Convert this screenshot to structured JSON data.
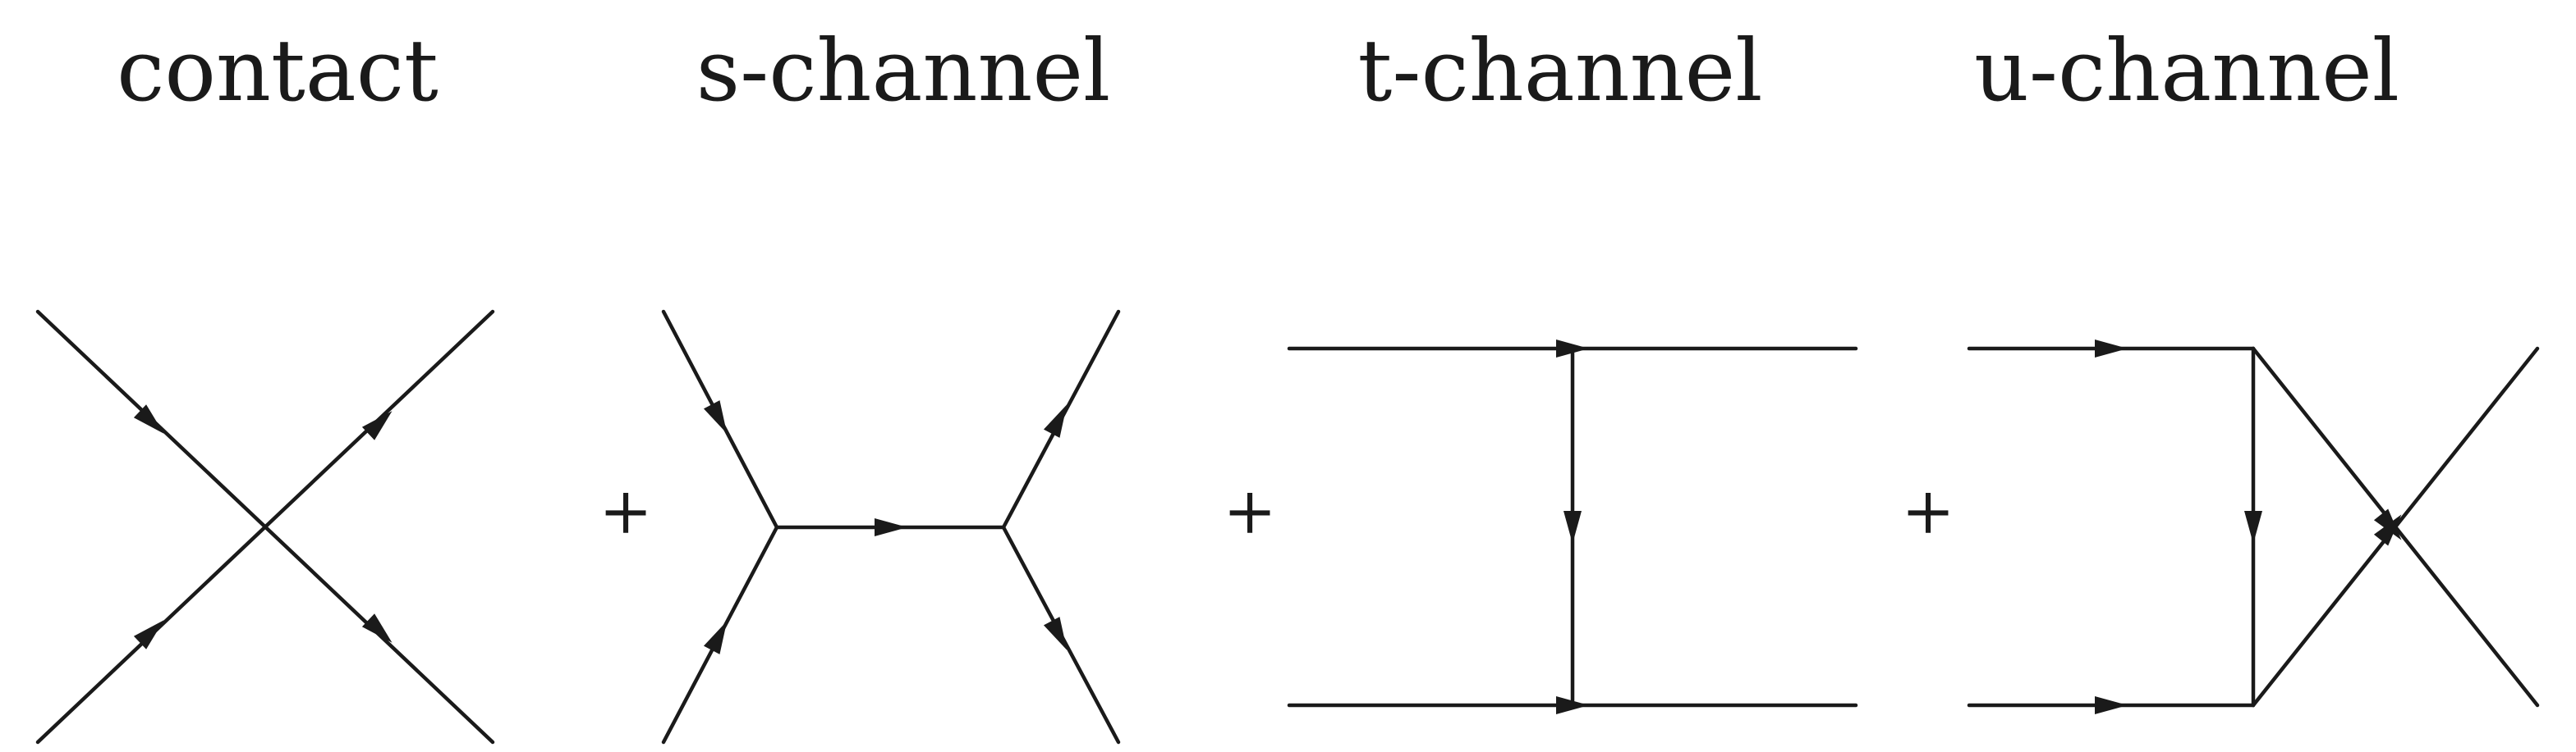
{
  "labels": {
    "contact": "contact",
    "s_channel": "s-channel",
    "t_channel": "t-channel",
    "u_channel": "u-channel"
  },
  "operators": {
    "plus": "+"
  },
  "colors": {
    "ink": "#1a1a1a",
    "background": "#ffffff"
  }
}
